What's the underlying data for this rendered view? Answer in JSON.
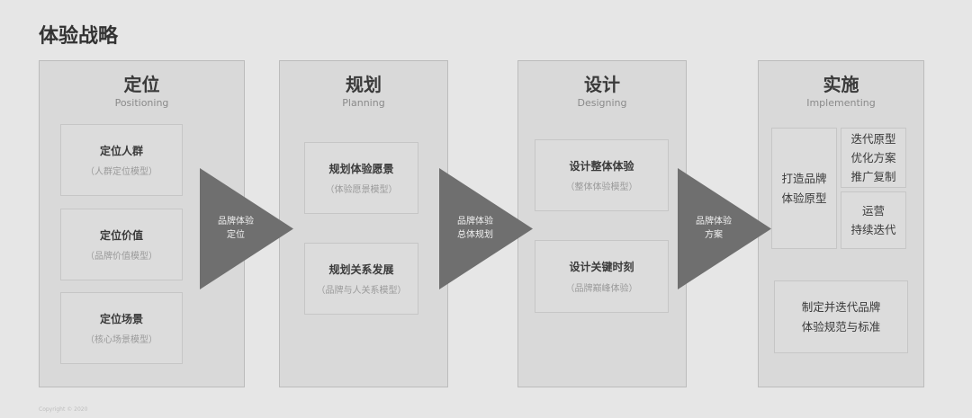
{
  "title": "体验战略",
  "columns": [
    {
      "cn": "定位",
      "en": "Positioning",
      "boxes": [
        {
          "main": "定位人群",
          "sub": "（人群定位模型）"
        },
        {
          "main": "定位价值",
          "sub": "（品牌价值模型）"
        },
        {
          "main": "定位场景",
          "sub": "（核心场景模型）"
        }
      ]
    },
    {
      "cn": "规划",
      "en": "Planning",
      "boxes": [
        {
          "main": "规划体验愿景",
          "sub": "（体验愿景模型）"
        },
        {
          "main": "规划关系发展",
          "sub": "（品牌与人关系模型）"
        }
      ]
    },
    {
      "cn": "设计",
      "en": "Designing",
      "boxes": [
        {
          "main": "设计整体体验",
          "sub": "（整体体验模型）"
        },
        {
          "main": "设计关键时刻",
          "sub": "（品牌巅峰体验）"
        }
      ]
    },
    {
      "cn": "实施",
      "en": "Implementing",
      "boxes": [
        {
          "text": "打造品牌\n体验原型"
        },
        {
          "text": "迭代原型\n优化方案\n推广复制"
        },
        {
          "text": "运营\n持续迭代"
        },
        {
          "text": "制定并迭代品牌\n体验规范与标准"
        }
      ]
    }
  ],
  "arrows": [
    "品牌体验\n定位",
    "品牌体验\n总体规划",
    "品牌体验\n方案"
  ],
  "footer": "Copyright © 2020"
}
